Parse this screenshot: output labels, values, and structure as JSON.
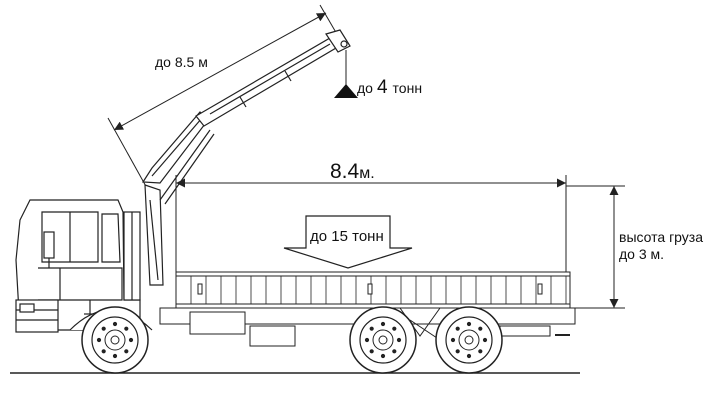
{
  "labels": {
    "boom_reach": "до 8.5 м",
    "crane_capacity_prefix": "до",
    "crane_capacity_value": "4",
    "crane_capacity_unit": "тонн",
    "bed_length_value": "8.4",
    "bed_length_unit": "м.",
    "load_capacity": "до 15 тонн",
    "load_height_line1": "высота груза",
    "load_height_line2": "до 3 м."
  },
  "colors": {
    "line": "#222222",
    "background": "#ffffff"
  }
}
